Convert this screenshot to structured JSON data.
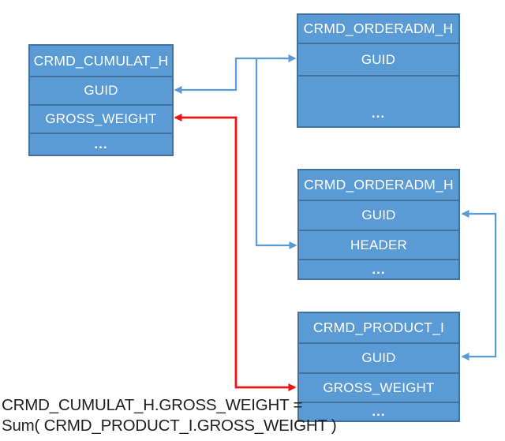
{
  "colors": {
    "box_fill": "#5b9bd5",
    "box_border": "#41719c",
    "box_text": "#ffffff",
    "connector_blue": "#5b9bd5",
    "connector_red": "#e81515",
    "formula_text": "#1f1f1f",
    "background": "#ffffff"
  },
  "tables": [
    {
      "title": "CRMD_CUMULAT_H",
      "rows": [
        "GUID",
        "GROSS_WEIGHT",
        "..."
      ]
    },
    {
      "title": "CRMD_ORDERADM_H",
      "rows": [
        "GUID",
        "..."
      ]
    },
    {
      "title": "CRMD_ORDERADM_H",
      "rows": [
        "GUID",
        "HEADER",
        "..."
      ]
    },
    {
      "title": "CRMD_PRODUCT_I",
      "rows": [
        "GUID",
        "GROSS_WEIGHT",
        "..."
      ]
    }
  ],
  "formula": {
    "line1": "CRMD_CUMULAT_H.GROSS_WEIGHT =",
    "line2": "Sum( CRMD_PRODUCT_I.GROSS_WEIGHT )"
  },
  "connectors": [
    {
      "from": "CRMD_ORDERADM_H (top) . GUID",
      "to": "CRMD_CUMULAT_H . GUID",
      "color": "#5b9bd5",
      "heads": "both"
    },
    {
      "from": "CRMD_ORDERADM_H (top) link",
      "to": "CRMD_ORDERADM_H (middle) . HEADER",
      "color": "#5b9bd5",
      "heads": "end"
    },
    {
      "from": "CRMD_PRODUCT_I . GUID",
      "to": "CRMD_ORDERADM_H (middle) . GUID",
      "color": "#5b9bd5",
      "heads": "both"
    },
    {
      "from": "CRMD_PRODUCT_I . GROSS_WEIGHT",
      "to": "CRMD_CUMULAT_H . GROSS_WEIGHT",
      "color": "#e81515",
      "heads": "both"
    }
  ]
}
